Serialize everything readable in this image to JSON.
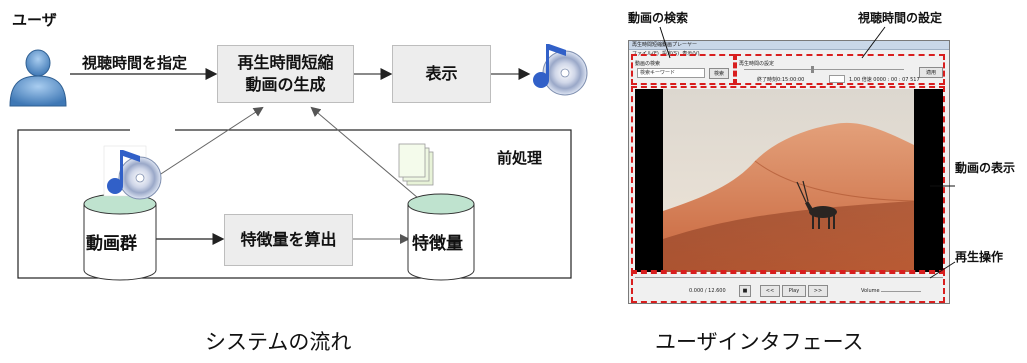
{
  "flow": {
    "user_label": "ユーザ",
    "specify_label": "視聴時間を指定",
    "generate_box": "再生時間短縮\n動画の生成",
    "display_box": "表示",
    "preprocess_label": "前処理",
    "compute_box": "特徴量を算出",
    "video_group_label": "動画群",
    "feature_label": "特徴量",
    "caption": "システムの流れ"
  },
  "ui": {
    "caption": "ユーザインタフェース",
    "callout_search": "動画の検索",
    "callout_settime": "視聴時間の設定",
    "callout_display": "動画の表示",
    "callout_playback": "再生操作",
    "window_title": "再生時間短縮動画プレーヤー",
    "menu": [
      "ファイル(F)",
      "設定(S)",
      "表示(V)"
    ],
    "search_group": "動画の検索",
    "search_placeholder": "検索キーワード",
    "search_button": "検索",
    "settime_group": "再生時間の設定",
    "apply_button": "適用",
    "end_time": "終了時刻0:15:00:00",
    "speed": "1.00 倍速  0000 : 00 : 07 517",
    "time_readout": "0.000 / 12.600",
    "btn_prev": "<<",
    "btn_play": "Play",
    "btn_next": ">>",
    "volume_label": "Volume"
  },
  "colors": {
    "accent_red": "#d81e1e",
    "box_fill": "#ededed",
    "cylinder_top": "#bfe3cf",
    "user_blue": "#5b93c9",
    "sand": "#d98a60"
  }
}
